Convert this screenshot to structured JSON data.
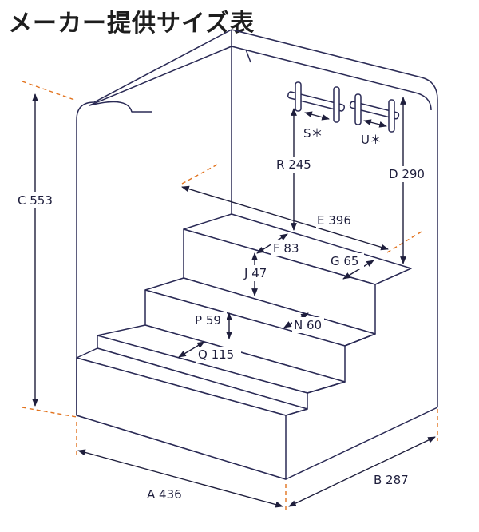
{
  "title": "メーカー提供サイズ表",
  "dimensions": {
    "A": "A 436",
    "B": "B 287",
    "C": "C 553",
    "D": "D 290",
    "E": "E 396",
    "F": "F 83",
    "G": "G 65",
    "J": "J 47",
    "N": "N 60",
    "P": "P 59",
    "Q": "Q 115",
    "R": "R 245",
    "S": "S＊",
    "U": "U＊"
  },
  "colors": {
    "outline": "#2a2a55",
    "reference_lines": "#e2731e"
  }
}
